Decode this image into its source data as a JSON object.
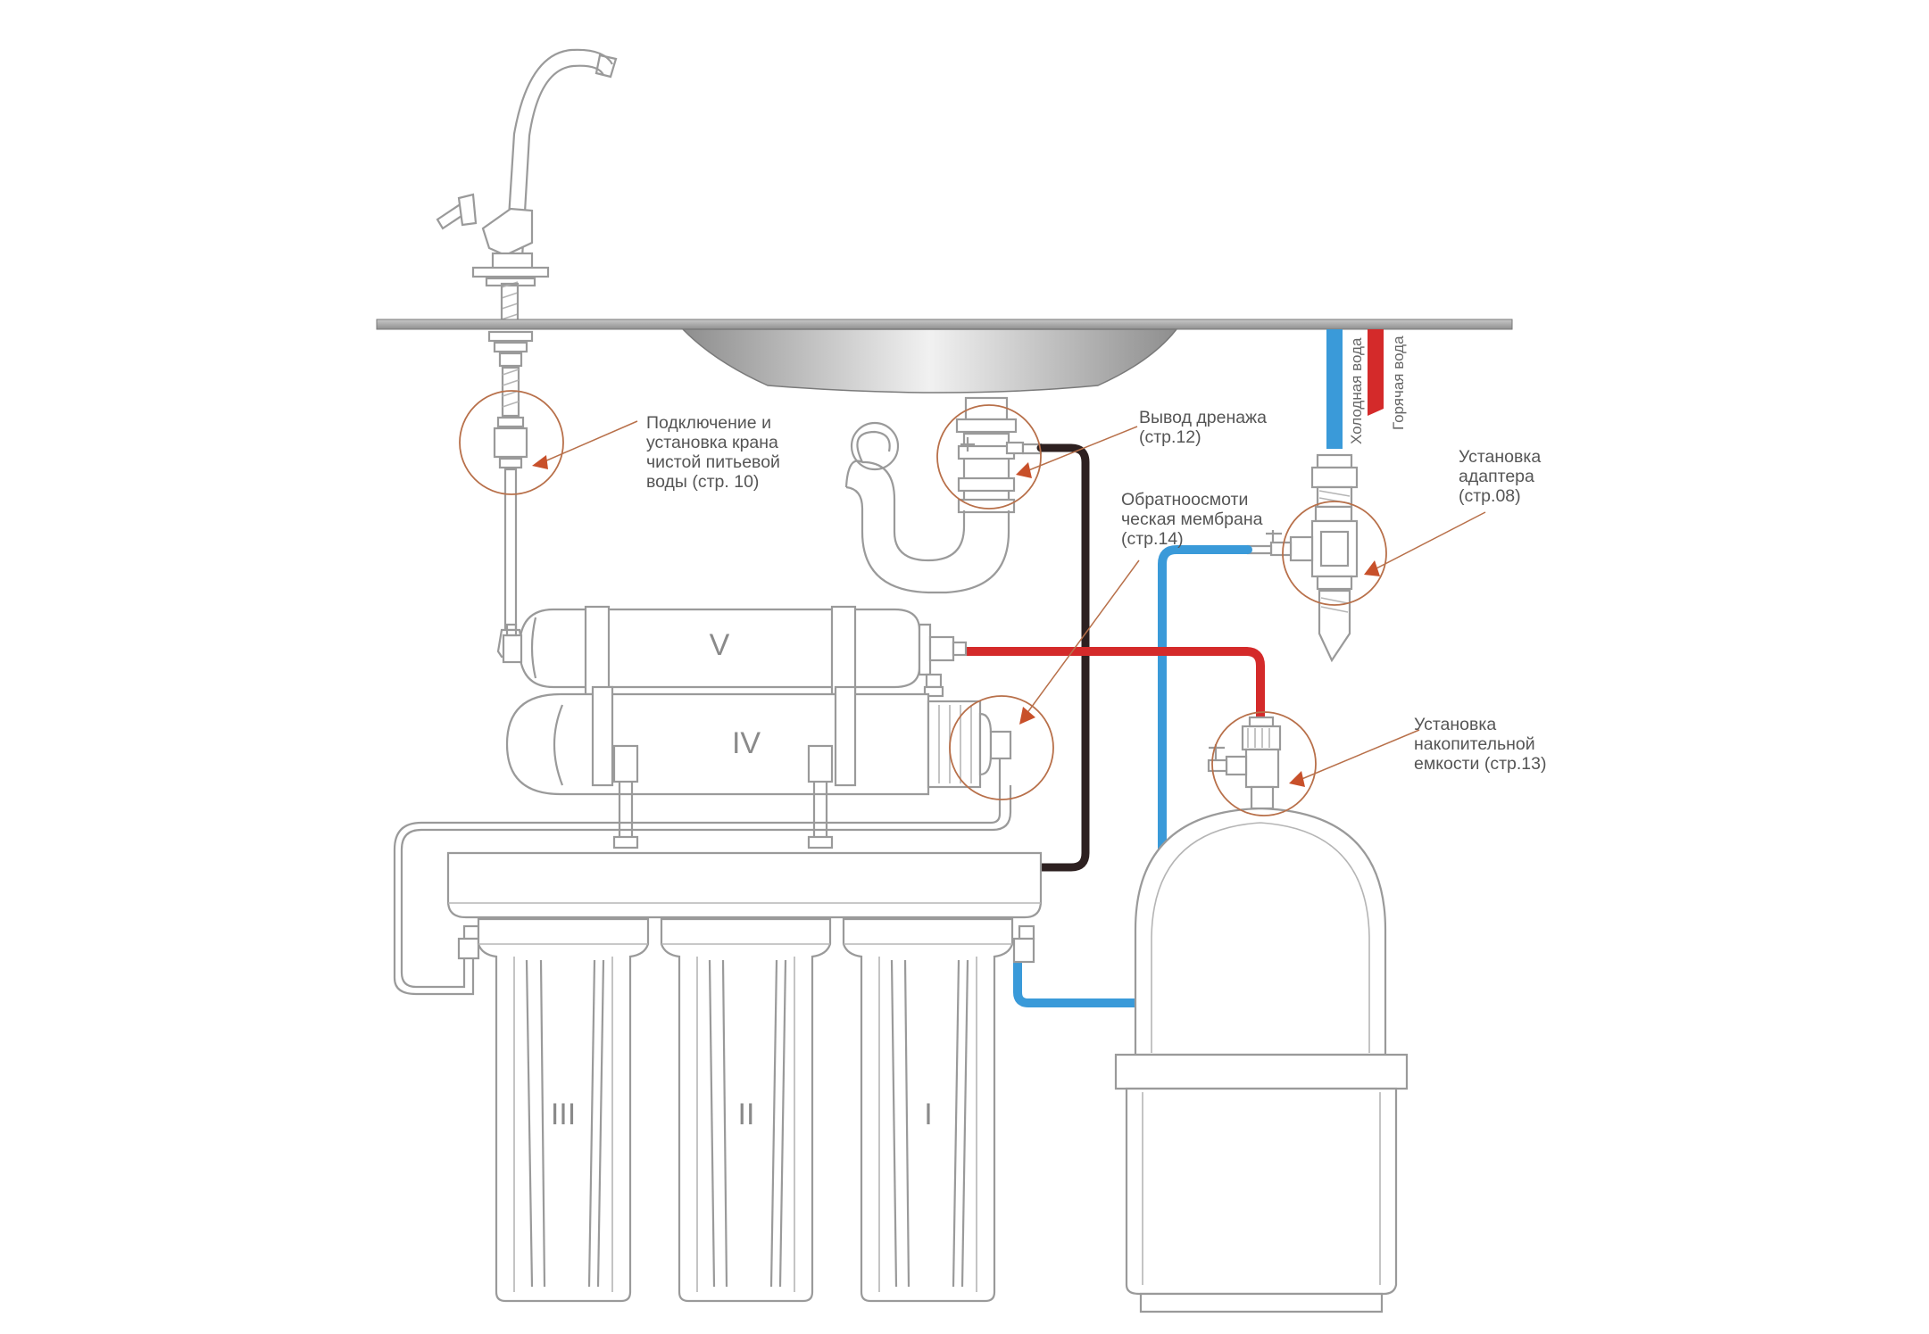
{
  "callouts": {
    "faucet": [
      "Подключение и",
      "установка крана",
      "чистой питьевой",
      "воды (стр. 10)"
    ],
    "drain": [
      "Вывод дренажа",
      "(стр.12)"
    ],
    "membrane": [
      "Обратноосмоти",
      "ческая мембрана",
      "(стр.14)"
    ],
    "adapter": [
      "Установка",
      "адаптера",
      "(стр.08)"
    ],
    "tank": [
      "Установка",
      "накопительной",
      "емкости (стр.13)"
    ]
  },
  "pipes": {
    "cold": "Холодная вода",
    "hot": "Горячая вода"
  },
  "stages": {
    "s5": "V",
    "s4": "IV",
    "s3": "III",
    "s2": "II",
    "s1": "I"
  },
  "colors": {
    "cold_pipe": "#3a9ad9",
    "hot_pipe": "#d42a2a",
    "drain_pipe": "#2d2020",
    "callout_circle": "#b8704a",
    "arrow": "#c8502a",
    "outline": "#9a9a9a"
  }
}
